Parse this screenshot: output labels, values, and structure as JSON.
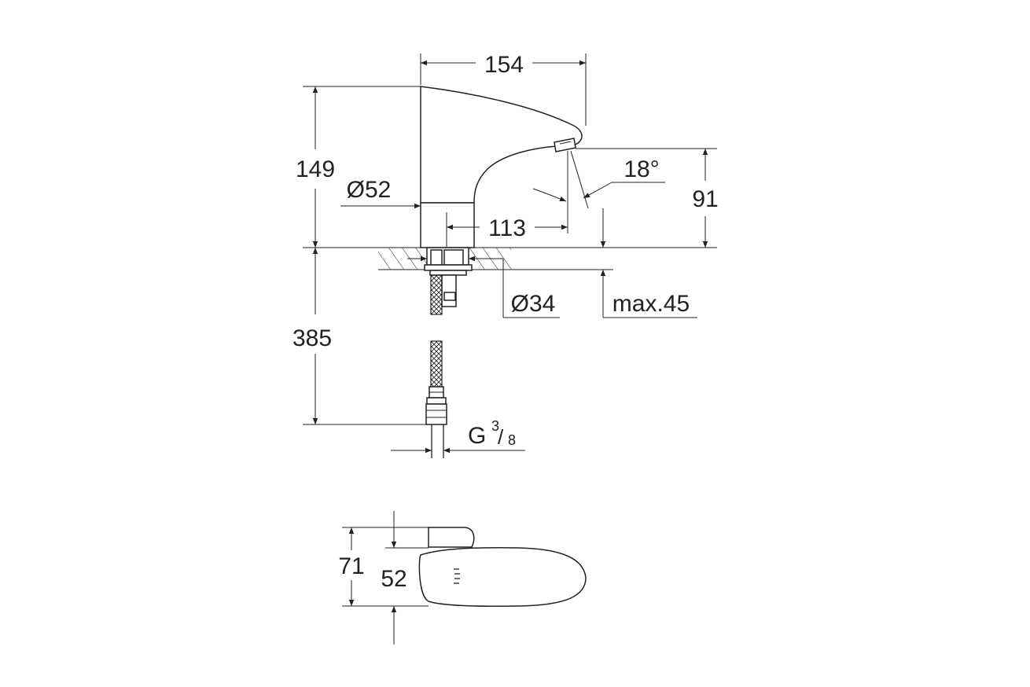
{
  "dimensions": {
    "width": "154",
    "height": "149",
    "diameter_body": "Ø52",
    "spout_reach": "113",
    "angle": "18°",
    "spout_height": "91",
    "hose_length": "385",
    "diameter_hole": "Ø34",
    "max_thickness": "max.45",
    "thread_main": "G",
    "thread_num": "3",
    "thread_den": "8",
    "top_height": "71",
    "top_width": "52"
  }
}
